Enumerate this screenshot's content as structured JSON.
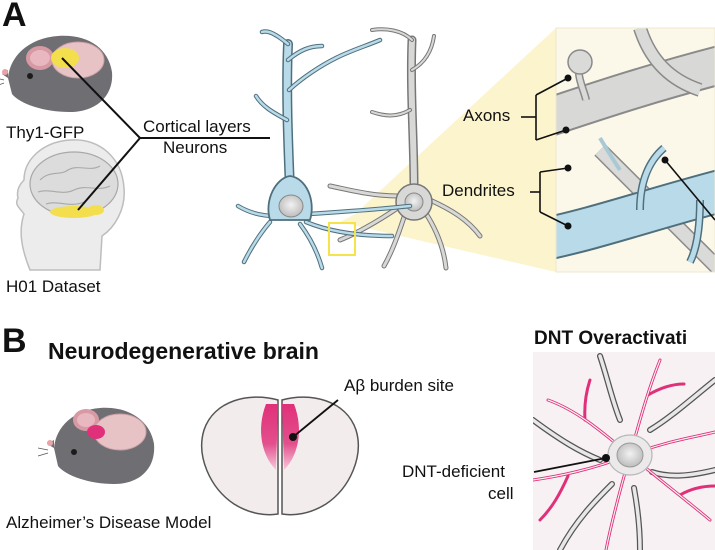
{
  "panel_a": {
    "letter": "A",
    "mouse_label": "Thy1-GFP",
    "human_label": "H01 Dataset",
    "cortical_label": "Cortical layers",
    "neurons_label": "Neurons",
    "axons_label": "Axons",
    "dendrites_label": "Dendrites"
  },
  "panel_b": {
    "letter": "B",
    "title": "Neurodegenerative brain",
    "burden_label": "Aβ burden site",
    "model_label": "Alzheimer’s Disease Model",
    "dnt_title": "DNT Overactivati",
    "deficient_label_line1": "DNT-deficient",
    "deficient_label_line2": "cell"
  },
  "colors": {
    "neuron_blue": "#b9dbe9",
    "neuron_blue_stroke": "#4f6f7d",
    "neuron_gray": "#d8d8d6",
    "highlight_yellow": "#f4e34b",
    "magenta": "#e0307a",
    "mouse_gray": "#6f6f73",
    "beam_yellow": "#fbf3c8"
  }
}
